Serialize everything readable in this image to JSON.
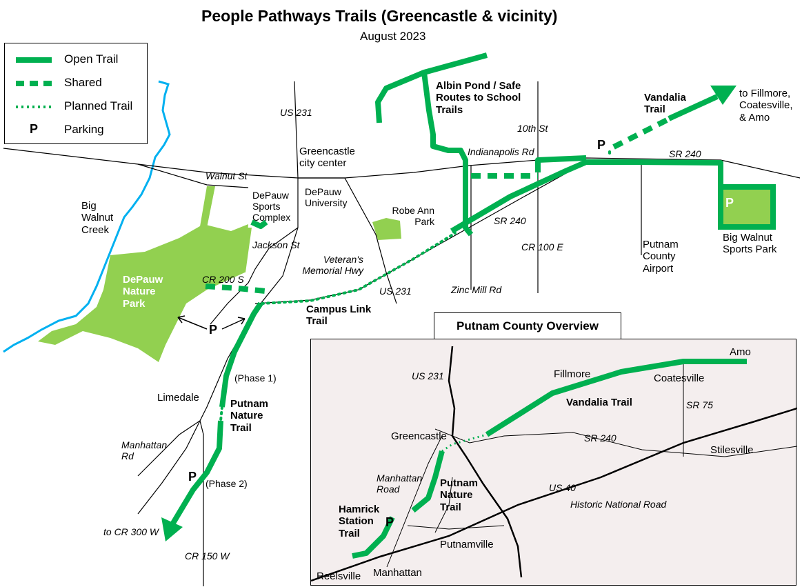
{
  "header": {
    "title": "People Pathways Trails (Greencastle & vicinity)",
    "subtitle": "August 2023"
  },
  "legend": {
    "items": [
      {
        "label": "Open Trail",
        "icon": "solid-green-line-icon"
      },
      {
        "label": "Shared",
        "icon": "dashed-green-line-icon"
      },
      {
        "label": "Planned Trail",
        "icon": "dotted-green-line-icon"
      },
      {
        "label": "Parking",
        "symbol": "P"
      }
    ]
  },
  "colors": {
    "trail": "#00b050",
    "park": "#92d050",
    "creek": "#00b0f0",
    "road": "#000000",
    "inset_bg": "#f4eeee"
  },
  "map": {
    "roads": {
      "us231_top": "US 231",
      "walnut": "Walnut St",
      "jackson": "Jackson St",
      "cr200s": "CR 200 S",
      "veterans": "Veteran's Memorial Hwy",
      "us231_mid": "US 231",
      "indianapolis": "Indianapolis Rd",
      "tenth": "10th St",
      "sr240_mid": "SR 240",
      "sr240_right": "SR 240",
      "cr100e": "CR 100 E",
      "zincmill": "Zinc Mill Rd",
      "manhattan_rd": "Manhattan Rd",
      "cr150w": "CR 150 W",
      "cr300w": "to CR 300 W"
    },
    "places": {
      "city_center": "Greencastle city center",
      "depauw_univ": "DePauw University",
      "sports_complex": "DePauw Sports Complex",
      "robe_ann": "Robe Ann Park",
      "creek": "Big Walnut Creek",
      "limedale": "Limedale",
      "airport": "Putnam County Airport",
      "sports_park": "Big Walnut Sports Park",
      "fillmore": "to Fillmore, Coatesville, & Amo",
      "phase1": "(Phase 1)",
      "phase2": "(Phase 2)"
    },
    "trails": {
      "albin": "Albin Pond / Safe Routes to School Trails",
      "vandalia": "Vandalia Trail",
      "campus_link": "Campus Link Trail",
      "putnam_nature": "Putnam Nature Trail"
    },
    "parks": {
      "depauw_nature": "DePauw Nature Park"
    },
    "parking_symbol": "P"
  },
  "overview": {
    "title": "Putnam County Overview",
    "labels": {
      "us231": "US 231",
      "greencastle": "Greencastle",
      "fillmore": "Fillmore",
      "coatesville": "Coatesville",
      "amo": "Amo",
      "vandalia": "Vandalia Trail",
      "sr75": "SR 75",
      "sr240": "SR 240",
      "stilesville": "Stilesville",
      "manhattan_road": "Manhattan Road",
      "putnam_nature": "Putnam Nature Trail",
      "us40": "US 40",
      "historic": "Historic National Road",
      "hamrick": "Hamrick Station Trail",
      "putnamville": "Putnamville",
      "reelsville": "Reelsville",
      "manhattan": "Manhattan"
    }
  }
}
